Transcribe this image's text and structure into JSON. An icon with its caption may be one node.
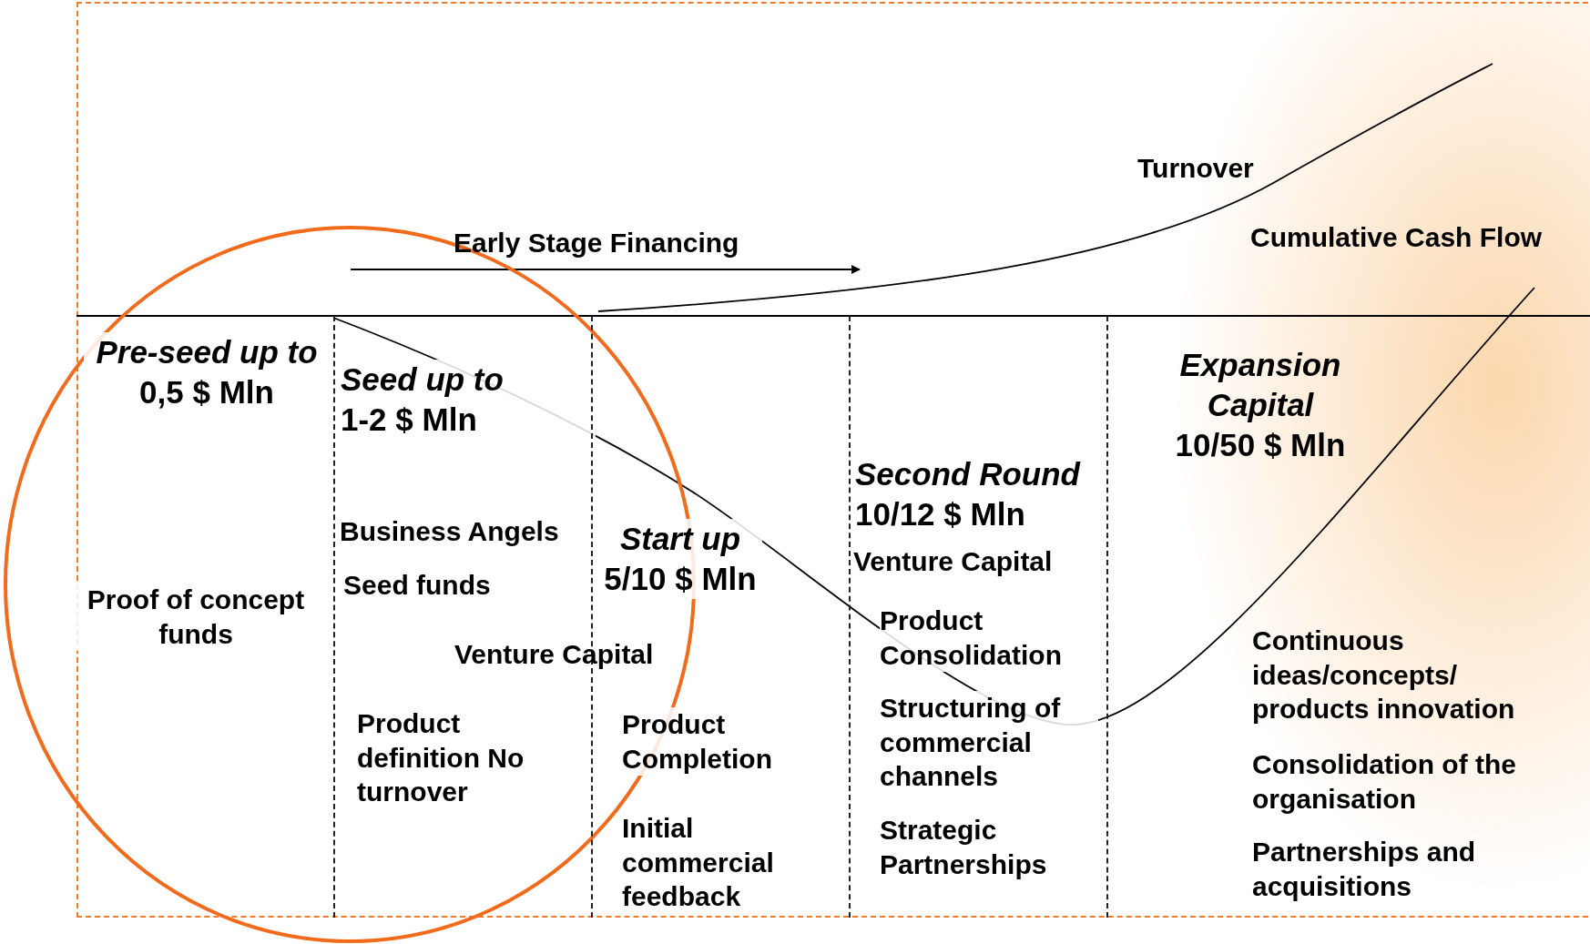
{
  "diagram": {
    "nodes": [
      {
        "text": [
          "*Pre-seed up to* 0,5 $ Mln",
          "Proof of concept funds"
        ]
      },
      {
        "text": [
          "*Seed up to* 1-2 $ Mln",
          "Business Angels",
          "Seed funds",
          "Product definition No turnover"
        ]
      },
      {
        "text": [
          "*Start up* 5/10 $ Mln",
          "Product Completion",
          "Initial commercial feedback"
        ]
      },
      {
        "text": [
          "*Second Round* 10/12 $ Mln",
          "Venture Capital",
          "Product Consolidation",
          "Structuring of commercial channels",
          "Strategic Partnerships"
        ]
      },
      {
        "text": [
          "*Expansion Capital* 10/50 $ Mln",
          "Continuous ideas/concepts/ products innovation",
          "Consolidation of the organisation",
          "Partnerships and acquisitions"
        ]
      }
    ],
    "edges": [],
    "labels": [
      "Turnover",
      "Cumulative Cash Flow",
      "Early Stage Financing",
      "Venture Capital"
    ]
  }
}
